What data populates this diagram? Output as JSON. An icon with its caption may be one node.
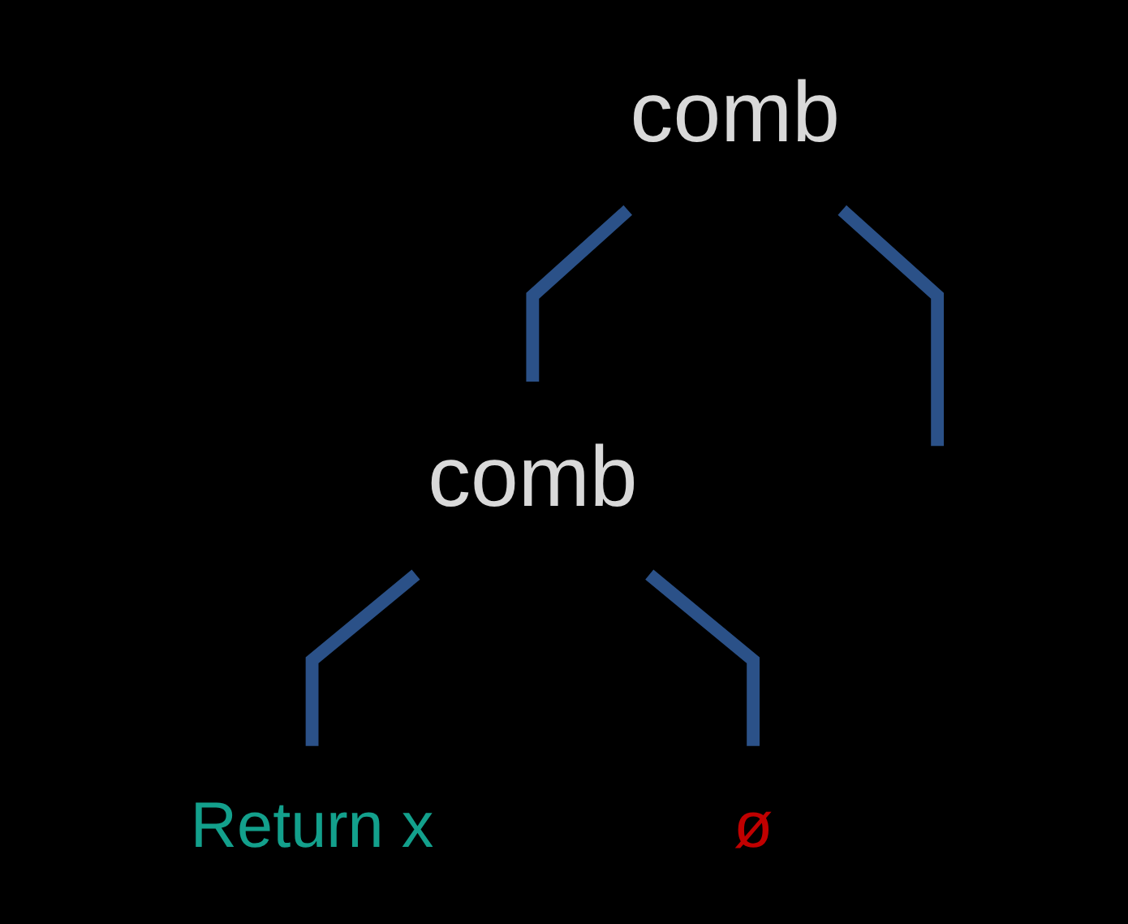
{
  "diagram": {
    "nodes": [
      {
        "text": [
          "comb"
        ]
      },
      {
        "text": [
          "comb"
        ]
      },
      {
        "text": [
          "Return x"
        ]
      },
      {
        "text": [
          "ø"
        ]
      }
    ],
    "edges": [
      {
        "from": 0,
        "to": 1,
        "arrow": "none"
      },
      {
        "from": 0,
        "to": null,
        "arrow": "none"
      },
      {
        "from": 1,
        "to": 2,
        "arrow": "none"
      },
      {
        "from": 1,
        "to": 3,
        "arrow": "none"
      }
    ]
  }
}
